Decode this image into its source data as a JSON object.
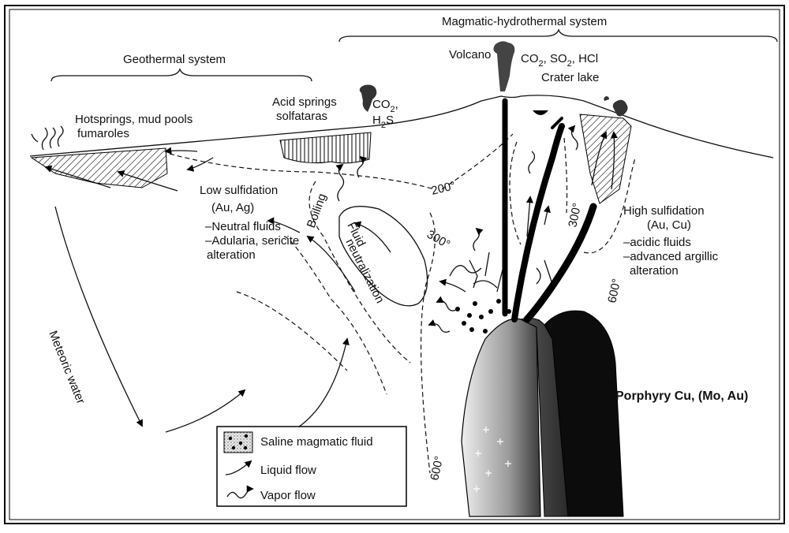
{
  "title_magmatic": "Magmatic-hydrothermal system",
  "title_geothermal": "Geothermal system",
  "volcano": "Volcano",
  "gases_volcano": {
    "main": "CO",
    "sub2a": "2",
    "mid": ", SO",
    "sub2b": "2",
    "end": ", HCl"
  },
  "crater_lake": "Crater lake",
  "acid_springs": [
    "Acid springs",
    "solfataras"
  ],
  "gases_acid": {
    "l1": "CO",
    "l1sub": "2",
    "l1end": ",",
    "l2": "H",
    "l2sub": "2",
    "l2end": "S"
  },
  "hotsprings": [
    "Hotsprings, mud pools",
    "fumaroles"
  ],
  "low_sulfidation": [
    "Low sulfidation",
    "(Au, Ag)"
  ],
  "low_notes": [
    "–Neutral fluids",
    "–Adularia, sericite",
    "alteration"
  ],
  "boiling": "Boiling",
  "fluid_neutralization": [
    "Fluid",
    "neutralization"
  ],
  "isotherms": {
    "t200": "200°",
    "t300a": "300°",
    "t300b": "300°",
    "t600a": "600°",
    "t600b": "600°"
  },
  "high_sulfidation": [
    "High sulfidation",
    "(Au, Cu)",
    "–acidic fluids",
    "–advanced argillic",
    "alteration"
  ],
  "meteoric": "Meteoric water",
  "porphyry": "Porphyry Cu, (Mo, Au)",
  "legend": [
    "Saline magmatic fluid",
    "Liquid flow",
    "Vapor flow"
  ]
}
